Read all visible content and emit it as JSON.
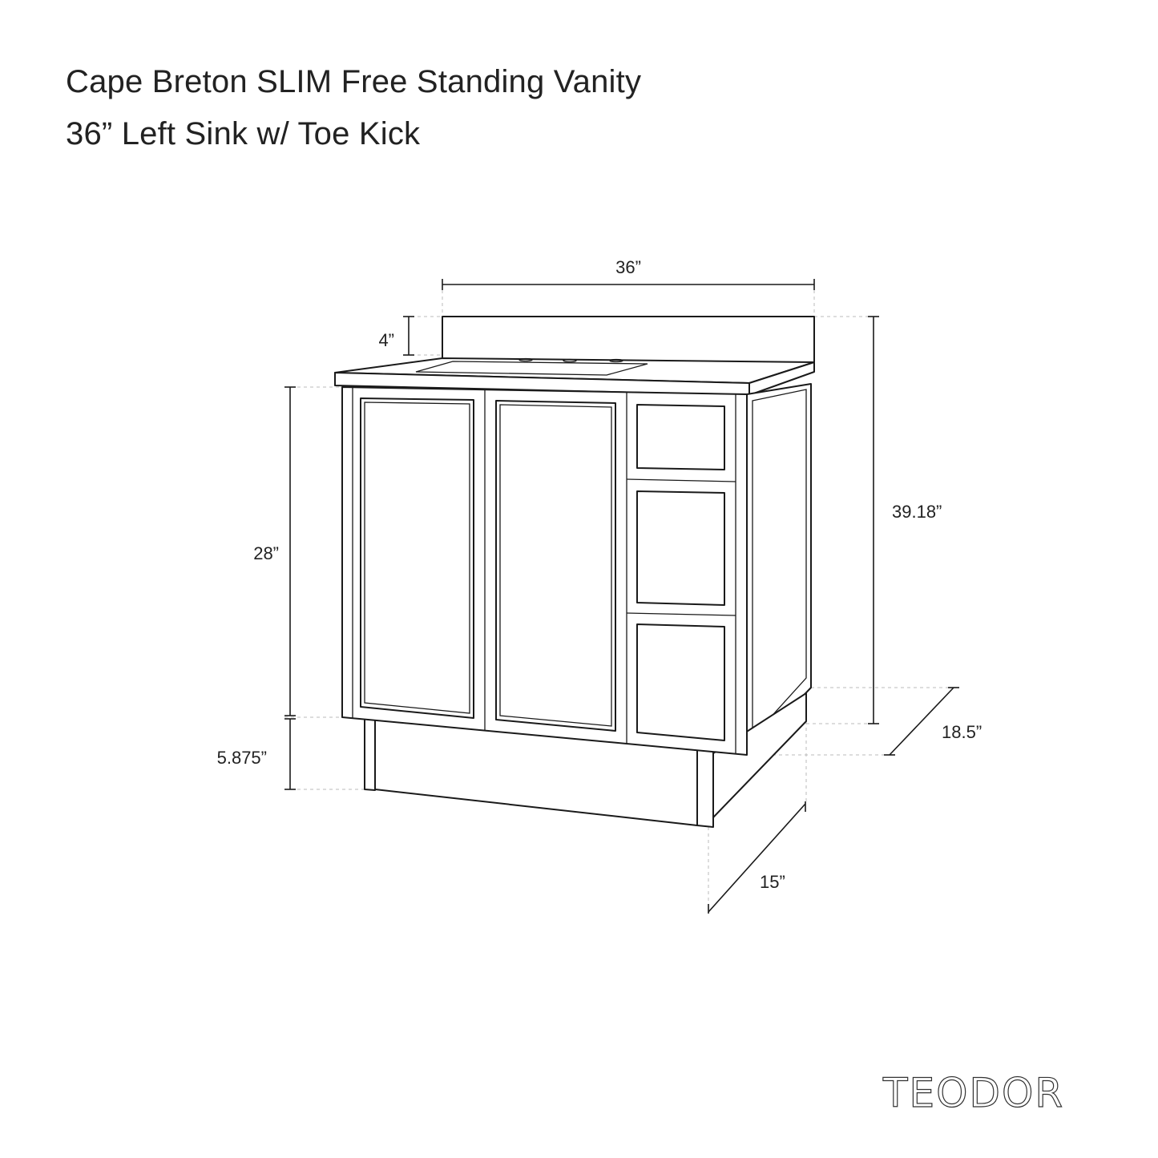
{
  "title": {
    "line1": "Cape Breton SLIM Free Standing Vanity",
    "line2": "36” Left Sink w/ Toe Kick"
  },
  "dimensions": {
    "width": "36”",
    "backsplash": "4”",
    "cabinet_height": "28”",
    "toe_kick": "5.875”",
    "total_height": "39.18”",
    "top_depth": "18.5”",
    "base_depth": "15”"
  },
  "brand": "TEODOR"
}
